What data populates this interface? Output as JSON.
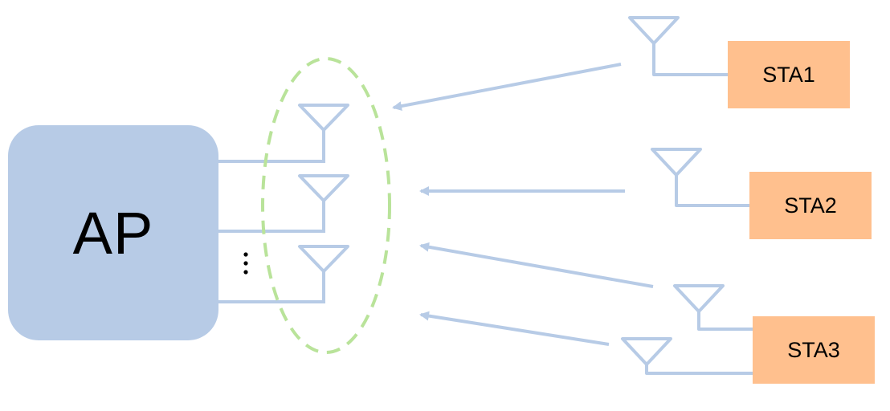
{
  "ap": {
    "label": "AP"
  },
  "stations": [
    {
      "label": "STA1"
    },
    {
      "label": "STA2"
    },
    {
      "label": "STA3"
    }
  ],
  "colors": {
    "ap_fill": "#b7cbe6",
    "sta_fill": "#ffc08e",
    "line": "#b7cbe6",
    "group_outline": "#b9e39a"
  },
  "icons": [
    "antenna-icon",
    "arrow-icon",
    "vertical-ellipsis-icon"
  ]
}
